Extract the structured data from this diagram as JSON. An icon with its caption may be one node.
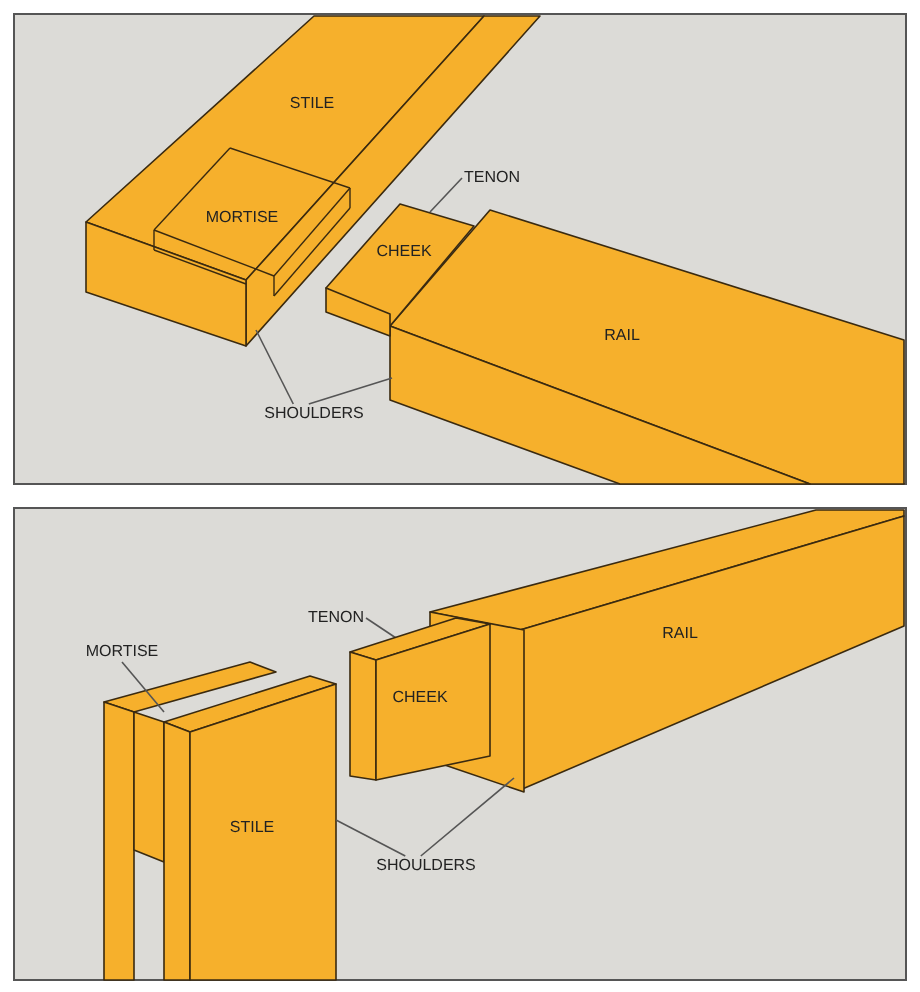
{
  "diagram": {
    "nodes": [
      {
        "text": [
          "TENON"
        ]
      },
      {
        "text": [
          "CHEEK"
        ]
      },
      {
        "text": [
          "SHOULDERS"
        ]
      },
      {
        "text": [
          "TENON"
        ]
      },
      {
        "text": [
          "MORTISE"
        ]
      },
      {
        "text": [
          "CHEEK"
        ]
      },
      {
        "text": [
          "SHOULDERS"
        ]
      }
    ],
    "edges": [
      {
        "from": 0,
        "to": 1,
        "arrow": "none"
      },
      {
        "from": 2,
        "to": null,
        "arrow": "none"
      },
      {
        "from": 2,
        "to": null,
        "arrow": "none"
      },
      {
        "from": 3,
        "to": 5,
        "arrow": "none"
      },
      {
        "from": 4,
        "to": null,
        "arrow": "none"
      },
      {
        "from": 6,
        "to": null,
        "arrow": "none"
      },
      {
        "from": 6,
        "to": null,
        "arrow": "none"
      }
    ],
    "labels": [
      "STILE",
      "MORTISE",
      "RAIL",
      "RAIL",
      "STILE"
    ]
  }
}
